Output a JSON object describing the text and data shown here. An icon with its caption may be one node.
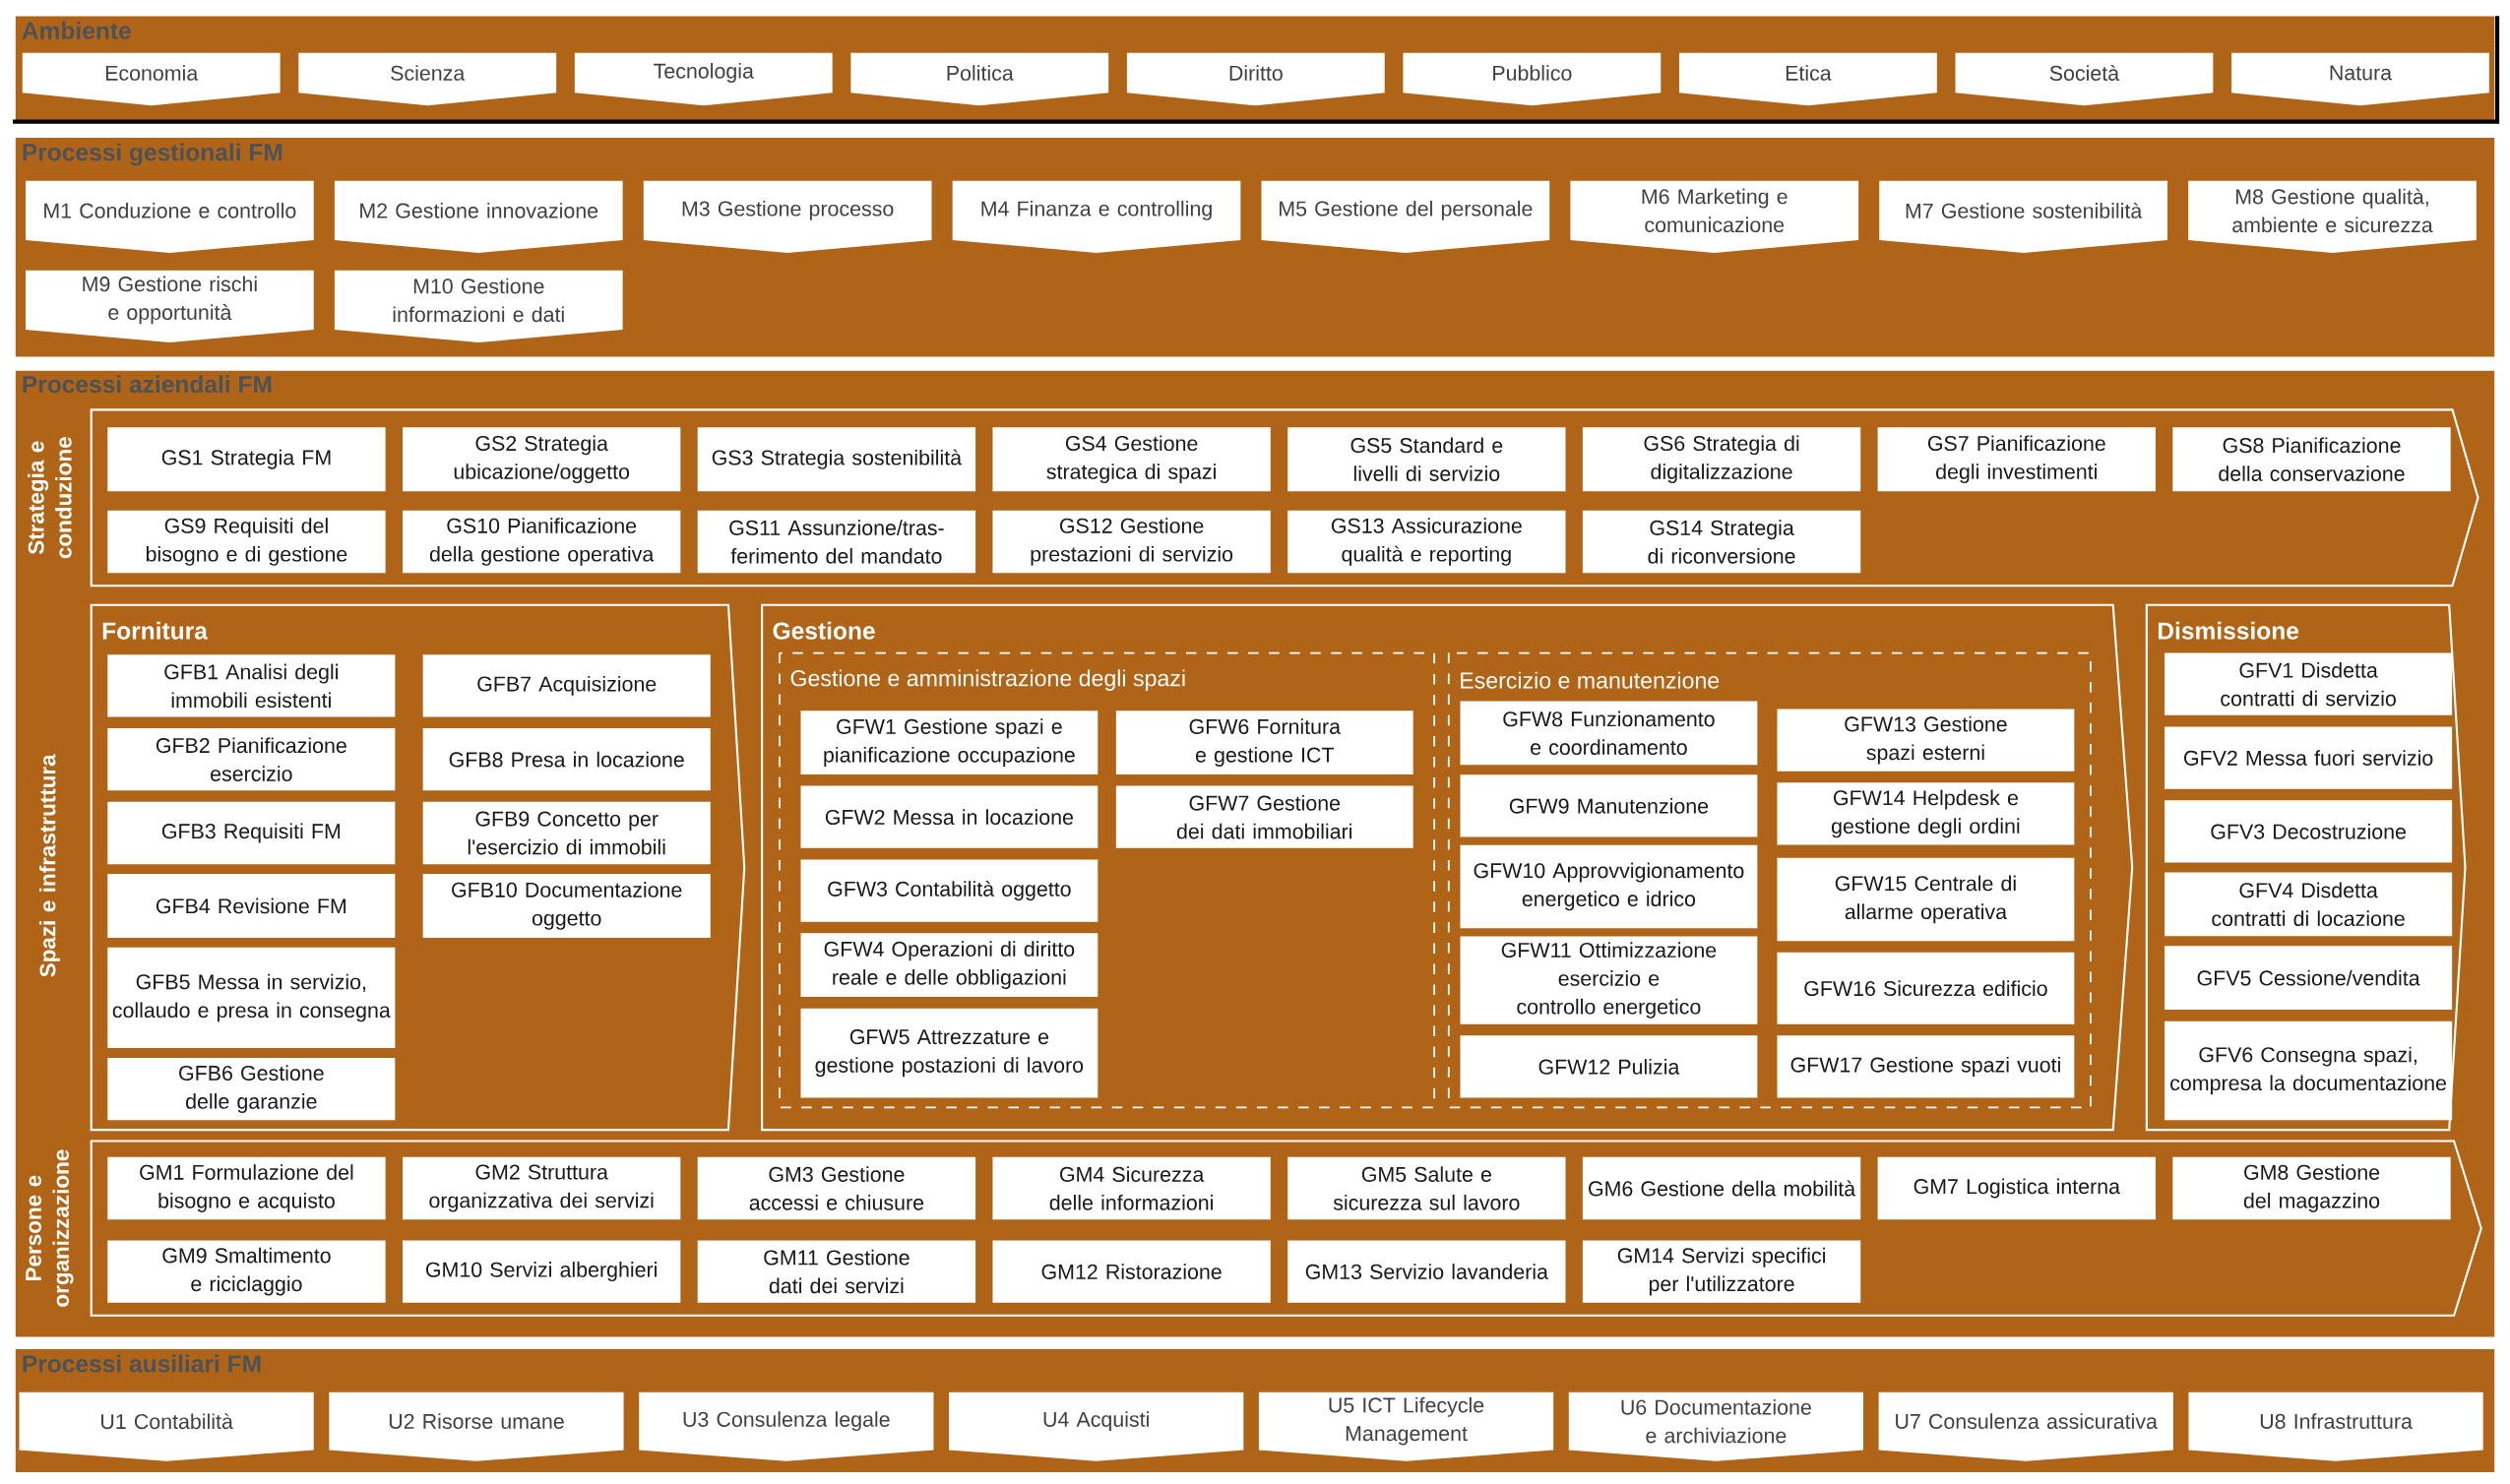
{
  "diagram": {
    "nodes": [
      {
        "text": [
          "Ambiente"
        ]
      },
      {
        "text": [
          "Economia"
        ],
        "in": 0
      },
      {
        "text": [
          "Scienza"
        ],
        "in": 0
      },
      {
        "text": [
          "Tecnologia"
        ],
        "in": 0
      },
      {
        "text": [
          "Politica"
        ],
        "in": 0
      },
      {
        "text": [
          "Diritto"
        ],
        "in": 0
      },
      {
        "text": [
          "Pubblico"
        ],
        "in": 0
      },
      {
        "text": [
          "Etica"
        ],
        "in": 0
      },
      {
        "text": [
          "Società"
        ],
        "in": 0
      },
      {
        "text": [
          "Natura"
        ],
        "in": 0
      },
      {
        "text": [
          "Processi gestionali FM"
        ]
      },
      {
        "text": [
          "M1 Conduzione e controllo"
        ],
        "in": 10
      },
      {
        "text": [
          "M2 Gestione innovazione"
        ],
        "in": 10
      },
      {
        "text": [
          "M3 Gestione processo"
        ],
        "in": 10
      },
      {
        "text": [
          "M4 Finanza e controlling"
        ],
        "in": 10
      },
      {
        "text": [
          "M5 Gestione del personale"
        ],
        "in": 10
      },
      {
        "text": [
          "M6 Marketing e comunicazione"
        ],
        "in": 10
      },
      {
        "text": [
          "M7 Gestione sostenibilità"
        ],
        "in": 10
      },
      {
        "text": [
          "M8 Gestione qualità, ambiente e sicurezza"
        ],
        "in": 10
      },
      {
        "text": [
          "M9 Gestione rischi e opportunità"
        ],
        "in": 10
      },
      {
        "text": [
          "M10 Gestione informazioni e dati"
        ],
        "in": 10
      },
      {
        "text": [
          "Processi aziendali FM"
        ]
      },
      {
        "text": [
          "Strategia e conduzione"
        ],
        "in": 21
      },
      {
        "text": [
          "GS1 Strategia FM"
        ],
        "in": 22
      },
      {
        "text": [
          "GS2 Strategia ubicazione/oggetto"
        ],
        "in": 22
      },
      {
        "text": [
          "GS3 Strategia sostenibilità"
        ],
        "in": 22
      },
      {
        "text": [
          "GS4 Gestione strategica di spazi"
        ],
        "in": 22
      },
      {
        "text": [
          "GS5 Standard e livelli di servizio"
        ],
        "in": 22
      },
      {
        "text": [
          "GS6 Strategia di digitalizzazione"
        ],
        "in": 22
      },
      {
        "text": [
          "GS7 Pianificazione degli investimenti"
        ],
        "in": 22
      },
      {
        "text": [
          "GS8 Pianificazione della conservazione"
        ],
        "in": 22
      },
      {
        "text": [
          "GS9 Requisiti del bisogno e di gestione"
        ],
        "in": 22
      },
      {
        "text": [
          "GS10 Pianificazione della gestione operativa"
        ],
        "in": 22
      },
      {
        "text": [
          "GS11 Assunzione/tras-ferimento del mandato"
        ],
        "in": 22
      },
      {
        "text": [
          "GS12 Gestione prestazioni di servizio"
        ],
        "in": 22
      },
      {
        "text": [
          "GS13 Assicurazione qualità e reporting"
        ],
        "in": 22
      },
      {
        "text": [
          "GS14 Strategia di riconversione"
        ],
        "in": 22
      },
      {
        "text": [
          "Fornitura"
        ],
        "in": 21
      },
      {
        "text": [
          "GFB1 Analisi degli immobili esistenti"
        ],
        "in": 37
      },
      {
        "text": [
          "GFB2 Pianificazione esercizio"
        ],
        "in": 37
      },
      {
        "text": [
          "GFB3 Requisiti FM"
        ],
        "in": 37
      },
      {
        "text": [
          "GFB4 Revisione FM"
        ],
        "in": 37
      },
      {
        "text": [
          "GFB5 Messa in servizio, collaudo e presa in consegna"
        ],
        "in": 37
      },
      {
        "text": [
          "GFB6 Gestione delle garanzie"
        ],
        "in": 37
      },
      {
        "text": [
          "GFB7 Acquisizione"
        ],
        "in": 37
      },
      {
        "text": [
          "GFB8 Presa in locazione"
        ],
        "in": 37
      },
      {
        "text": [
          "GFB9 Concetto per l'esercizio di immobili"
        ],
        "in": 37
      },
      {
        "text": [
          "GFB10 Documentazione oggetto"
        ],
        "in": 37
      },
      {
        "text": [
          "Gestione"
        ],
        "in": 21
      },
      {
        "text": [
          "Gestione e amministrazione degli spazi"
        ],
        "in": 48
      },
      {
        "text": [
          "GFW1 Gestione spazi e pianificazione occupazione"
        ],
        "in": 49
      },
      {
        "text": [
          "GFW2 Messa in locazione"
        ],
        "in": 49
      },
      {
        "text": [
          "GFW3 Contabilità oggetto"
        ],
        "in": 49
      },
      {
        "text": [
          "GFW4 Operazioni di diritto reale e delle obbligazioni"
        ],
        "in": 49
      },
      {
        "text": [
          "GFW5 Attrezzature e gestione postazioni di lavoro"
        ],
        "in": 49
      },
      {
        "text": [
          "GFW6 Fornitura e gestione ICT"
        ],
        "in": 49
      },
      {
        "text": [
          "GFW7 Gestione dei dati immobiliari"
        ],
        "in": 49
      },
      {
        "text": [
          "Esercizio e manutenzione"
        ],
        "in": 48
      },
      {
        "text": [
          "GFW8 Funzionamento e coordinamento"
        ],
        "in": 57
      },
      {
        "text": [
          "GFW9 Manutenzione"
        ],
        "in": 57
      },
      {
        "text": [
          "GFW10 Approvvigionamento energetico e idrico"
        ],
        "in": 57
      },
      {
        "text": [
          "GFW11 Ottimizzazione esercizio e controllo energetico"
        ],
        "in": 57
      },
      {
        "text": [
          "GFW12 Pulizia"
        ],
        "in": 57
      },
      {
        "text": [
          "GFW13 Gestione spazi esterni"
        ],
        "in": 57
      },
      {
        "text": [
          "GFW14 Helpdesk e gestione degli ordini"
        ],
        "in": 57
      },
      {
        "text": [
          "GFW15 Centrale di allarme operativa"
        ],
        "in": 57
      },
      {
        "text": [
          "GFW16 Sicurezza edificio"
        ],
        "in": 57
      },
      {
        "text": [
          "GFW17 Gestione spazi vuoti"
        ],
        "in": 57
      },
      {
        "text": [
          "Dismissione"
        ],
        "in": 21
      },
      {
        "text": [
          "GFV1 Disdetta contratti di servizio"
        ],
        "in": 68
      },
      {
        "text": [
          "GFV2 Messa fuori servizio"
        ],
        "in": 68
      },
      {
        "text": [
          "GFV3 Decostruzione"
        ],
        "in": 68
      },
      {
        "text": [
          "GFV4 Disdetta contratti di locazione"
        ],
        "in": 68
      },
      {
        "text": [
          "GFV5 Cessione/vendita"
        ],
        "in": 68
      },
      {
        "text": [
          "GFV6 Consegna spazi, compresa la documentazione"
        ],
        "in": 68
      },
      {
        "text": [
          "Persone e organizzazione"
        ],
        "in": 21
      },
      {
        "text": [
          "GM1 Formulazione del bisogno e acquisto"
        ],
        "in": 75
      },
      {
        "text": [
          "GM2 Struttura organizzativa dei servizi"
        ],
        "in": 75
      },
      {
        "text": [
          "GM3 Gestione accessi e chiusure"
        ],
        "in": 75
      },
      {
        "text": [
          "GM4 Sicurezza delle informazioni"
        ],
        "in": 75
      },
      {
        "text": [
          "GM5 Salute e sicurezza sul lavoro"
        ],
        "in": 75
      },
      {
        "text": [
          "GM6 Gestione della mobilità"
        ],
        "in": 75
      },
      {
        "text": [
          "GM7 Logistica interna"
        ],
        "in": 75
      },
      {
        "text": [
          "GM8 Gestione del magazzino"
        ],
        "in": 75
      },
      {
        "text": [
          "GM9 Smaltimento e riciclaggio"
        ],
        "in": 75
      },
      {
        "text": [
          "GM10 Servizi alberghieri"
        ],
        "in": 75
      },
      {
        "text": [
          "GM11 Gestione dati dei servizi"
        ],
        "in": 75
      },
      {
        "text": [
          "GM12 Ristorazione"
        ],
        "in": 75
      },
      {
        "text": [
          "GM13 Servizio lavanderia"
        ],
        "in": 75
      },
      {
        "text": [
          "GM14 Servizi specifici per l'utilizzatore"
        ],
        "in": 75
      },
      {
        "text": [
          "Processi ausiliari FM"
        ]
      },
      {
        "text": [
          "U1 Contabilità"
        ],
        "in": 90
      },
      {
        "text": [
          "U2 Risorse umane"
        ],
        "in": 90
      },
      {
        "text": [
          "U3 Consulenza legale"
        ],
        "in": 90
      },
      {
        "text": [
          "U4 Acquisti"
        ],
        "in": 90
      },
      {
        "text": [
          "U5 ICT Lifecycle Management"
        ],
        "in": 90
      },
      {
        "text": [
          "U6 Documentazione e archiviazione"
        ],
        "in": 90
      },
      {
        "text": [
          "U7 Consulenza assicurativa"
        ],
        "in": 90
      },
      {
        "text": [
          "U8 Infrastruttura"
        ],
        "in": 90
      }
    ],
    "labels": [
      "Spazi e infrastruttura"
    ]
  }
}
